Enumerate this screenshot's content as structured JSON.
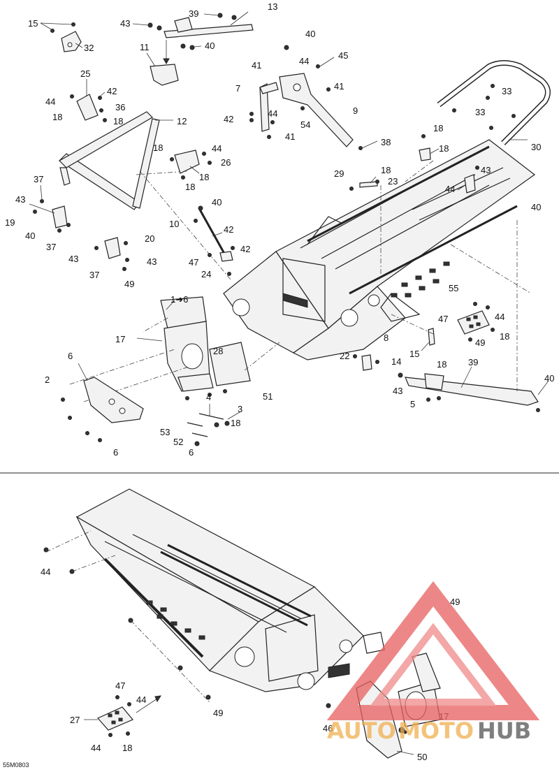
{
  "diagram": {
    "reference_code": "55M0803",
    "callouts_top": [
      "15",
      "32",
      "43",
      "39",
      "13",
      "40",
      "11",
      "40",
      "44",
      "45",
      "41",
      "41",
      "7",
      "9",
      "42",
      "44",
      "54",
      "41",
      "38",
      "33",
      "33",
      "30",
      "25",
      "42",
      "44",
      "36",
      "18",
      "18",
      "12",
      "18",
      "18",
      "44",
      "26",
      "18",
      "18",
      "29",
      "18",
      "23",
      "18",
      "43",
      "37",
      "43",
      "19",
      "40",
      "37",
      "40",
      "10",
      "42",
      "42",
      "47",
      "24",
      "44",
      "40",
      "43",
      "20",
      "37",
      "43",
      "49",
      "55",
      "1➔6",
      "17",
      "28",
      "47",
      "44",
      "18",
      "49",
      "8",
      "15",
      "18",
      "22",
      "14",
      "39",
      "40",
      "43",
      "5",
      "6",
      "2",
      "4",
      "3",
      "18",
      "51",
      "53",
      "52",
      "6"
    ],
    "callouts_bottom": [
      "44",
      "49",
      "47",
      "44",
      "27",
      "44",
      "18",
      "46",
      "17",
      "50",
      "49"
    ],
    "watermark": {
      "part1": "AUTO",
      "part2": "MOTO",
      "part3": "HUB"
    }
  }
}
